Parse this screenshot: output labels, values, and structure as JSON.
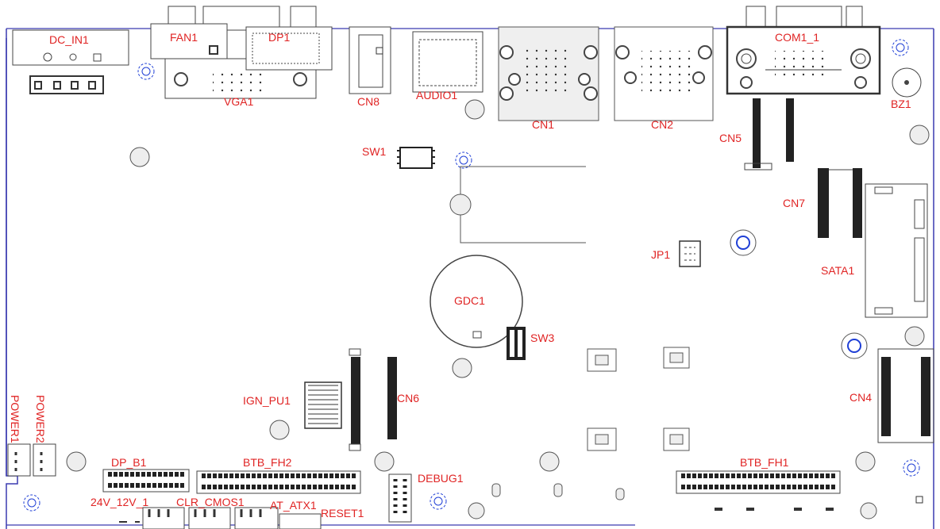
{
  "colors": {
    "label": "#e02424",
    "outline": "#444444",
    "board_edge": "#3a3ab0",
    "standoff": "#1f3fd6",
    "fill_light": "#eeeeee",
    "pin": "#222222"
  },
  "labels": {
    "dc_in1": "DC_IN1",
    "fan1": "FAN1",
    "dp1": "DP1",
    "vga1": "VGA1",
    "cn8": "CN8",
    "audio1": "AUDIO1",
    "cn1": "CN1",
    "cn2": "CN2",
    "com1_1": "COM1_1",
    "bz1": "BZ1",
    "cn5": "CN5",
    "sw1": "SW1",
    "cn7": "CN7",
    "jp1": "JP1",
    "sata1": "SATA1",
    "gdc1": "GDC1",
    "sw3": "SW3",
    "ign_pu1": "IGN_PU1",
    "cn6": "CN6",
    "cn4": "CN4",
    "power1": "POWER1",
    "power2": "POWER2",
    "dp_b1": "DP_B1",
    "btb_fh2": "BTB_FH2",
    "debug1": "DEBUG1",
    "btb_fh1": "BTB_FH1",
    "v24_12_1": "24V_12V_1",
    "clr_cmos1": "CLR_CMOS1",
    "at_atx1": "AT_ATX1",
    "reset1": "RESET1"
  }
}
